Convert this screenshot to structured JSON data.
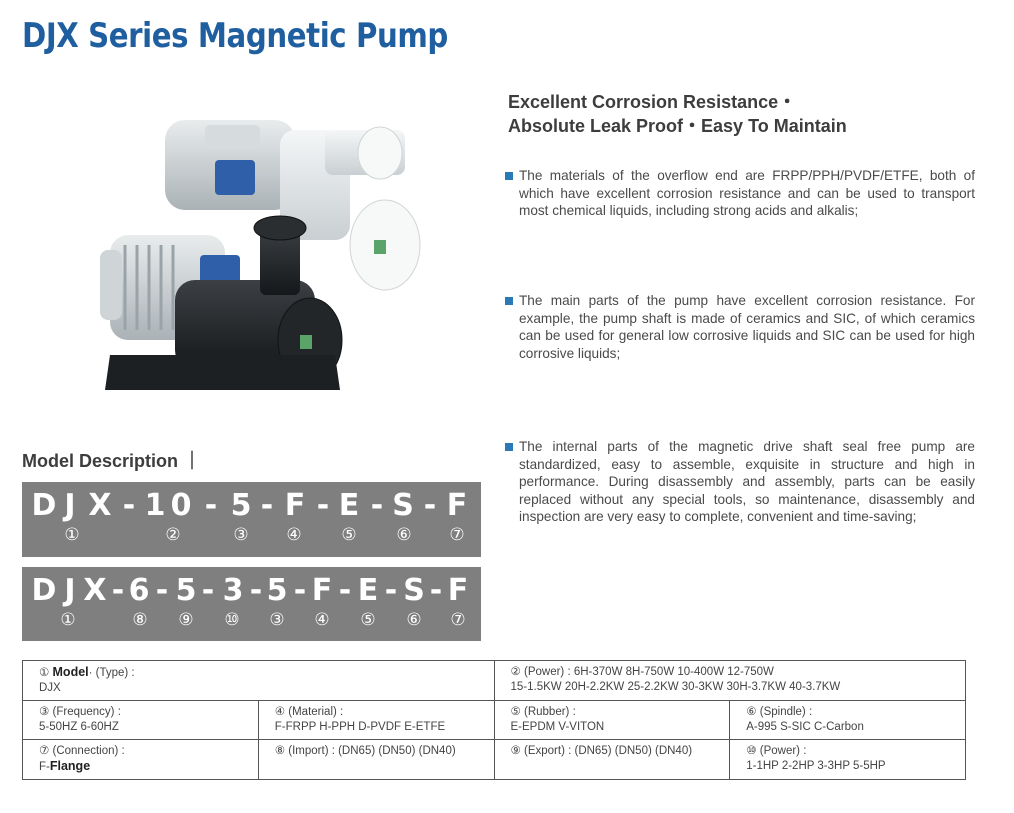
{
  "title": "DJX Series Magnetic Pump",
  "heading": {
    "line1": "Excellent Corrosion Resistance・",
    "line2": "Absolute Leak Proof・Easy To Maintain"
  },
  "features": [
    "The materials of the overflow end are FRPP/PPH/PVDF/ETFE, both of which have excellent corrosion resistance and can be used to transport most chemical liquids, including strong acids and alkalis;",
    "The main parts of the pump have excellent corrosion resistance. For example, the pump shaft is made of ceramics and SIC, of which ceramics can be used for general low corrosive liquids and SIC can be used for high corrosive liquids;",
    "The internal parts of the magnetic drive shaft seal free pump are standardized, easy to assemble, exquisite in structure and high in performance. During disassembly and assembly, parts can be easily replaced without any special tools, so maintenance, disassembly and inspection are very easy to complete, convenient and time-saving;"
  ],
  "model_description": "Model Description ｜",
  "code1": {
    "chars": [
      "D",
      "J",
      "X",
      "-",
      "1",
      "0",
      "-",
      "5",
      "-",
      "F",
      "-",
      "E",
      "-",
      "S",
      "-",
      "F"
    ],
    "nums": [
      "①",
      "②",
      "③",
      "④",
      "⑤",
      "⑥",
      "⑦"
    ]
  },
  "code2": {
    "chars": [
      "D",
      "J",
      "X",
      "-",
      "6",
      "-",
      "5",
      "-",
      "3",
      "-",
      "5",
      "-",
      "F",
      "-",
      "E",
      "-",
      "S",
      "-",
      "F"
    ],
    "nums": [
      "①",
      "⑧",
      "⑨",
      "⑩",
      "③",
      "④",
      "⑤",
      "⑥",
      "⑦"
    ]
  },
  "table": {
    "model_num": "①",
    "model_bold": "Model",
    "model_type": "· (Type) :",
    "model_value": "DJX",
    "power_head": "② (Power) :  6H-370W   8H-750W   10-400W   12-750W",
    "power_line2": "15-1.5KW    20H-2.2KW    25-2.2KW    30-3KW    30H-3.7KW    40-3.7KW",
    "freq_head": "③ (Frequency) :",
    "freq_value": "5-50HZ    6-60HZ",
    "material_head": "④ (Material) :",
    "material_value": "F-FRPP   H-PPH   D-PVDF   E-ETFE",
    "rubber_head": "⑤ (Rubber) :",
    "rubber_value": "E-EPDM     V-VITON",
    "spindle_head": "⑥ (Spindle) :",
    "spindle_value": "A-995   S-SIC   C-Carbon",
    "connection_head": "⑦ (Connection) :",
    "connection_value_prefix": "F-",
    "connection_value_bold": "Flange",
    "import_head": "⑧ (Import) : (DN65) (DN50) (DN40)",
    "export_head": "⑨ (Export) : (DN65) (DN50) (DN40)",
    "power2_head": "⑩ (Power) :",
    "power2_value": "1-1HP  2-2HP     3-3HP     5-5HP"
  }
}
